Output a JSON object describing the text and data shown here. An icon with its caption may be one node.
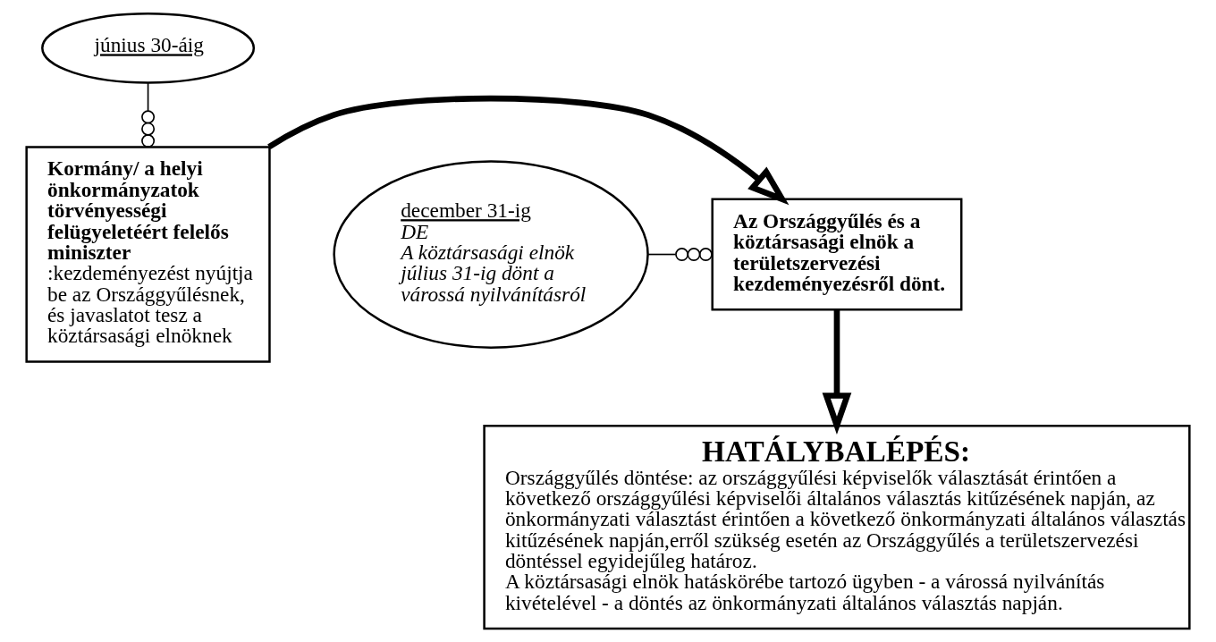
{
  "diagram": {
    "nodes": [
      {
        "text": [
          "Kormány/ a helyi önkormányzatok törvényességi felügyeletéért felelős miniszter",
          ":kezdeményezést nyújtja be az Országgyűlésnek, és javaslatot tesz a köztársasági elnöknek"
        ]
      },
      {
        "text": [
          "június 30-áig"
        ]
      },
      {
        "text": [
          "Az Országgyűlés és a köztársasági elnök a területszervezési kezdeményezésről dönt."
        ]
      },
      {
        "text": [
          "december 31-ig",
          "DE",
          "A köztársasági elnök július 31-ig dönt a várossá nyilvánításról"
        ]
      },
      {
        "text": [
          "HATÁLYBALÉPÉS:",
          "Országgyűlés döntése: az országgyűlési képviselők választását érintően a következő országgyűlési képviselői általános választás kitűzésének napján, az önkormányzati választást érintően a következő önkormányzati általános választás kitűzésének napján,erről szükség esetén az Országgyűlés a területszervezési döntéssel egyidejűleg határoz.",
          "A köztársasági elnök hatáskörébe tartozó ügyben - a várossá nyilvánítás kivételével - a döntés az önkormányzati általános választás napján."
        ]
      }
    ],
    "edges": [
      {
        "from": 1,
        "to": 0,
        "arrow": "other"
      },
      {
        "from": 0,
        "to": 2,
        "arrow": "to",
        "style": "thick"
      },
      {
        "from": 3,
        "to": 2,
        "arrow": "other"
      },
      {
        "from": 2,
        "to": 4,
        "arrow": "to",
        "style": "thick"
      }
    ]
  }
}
